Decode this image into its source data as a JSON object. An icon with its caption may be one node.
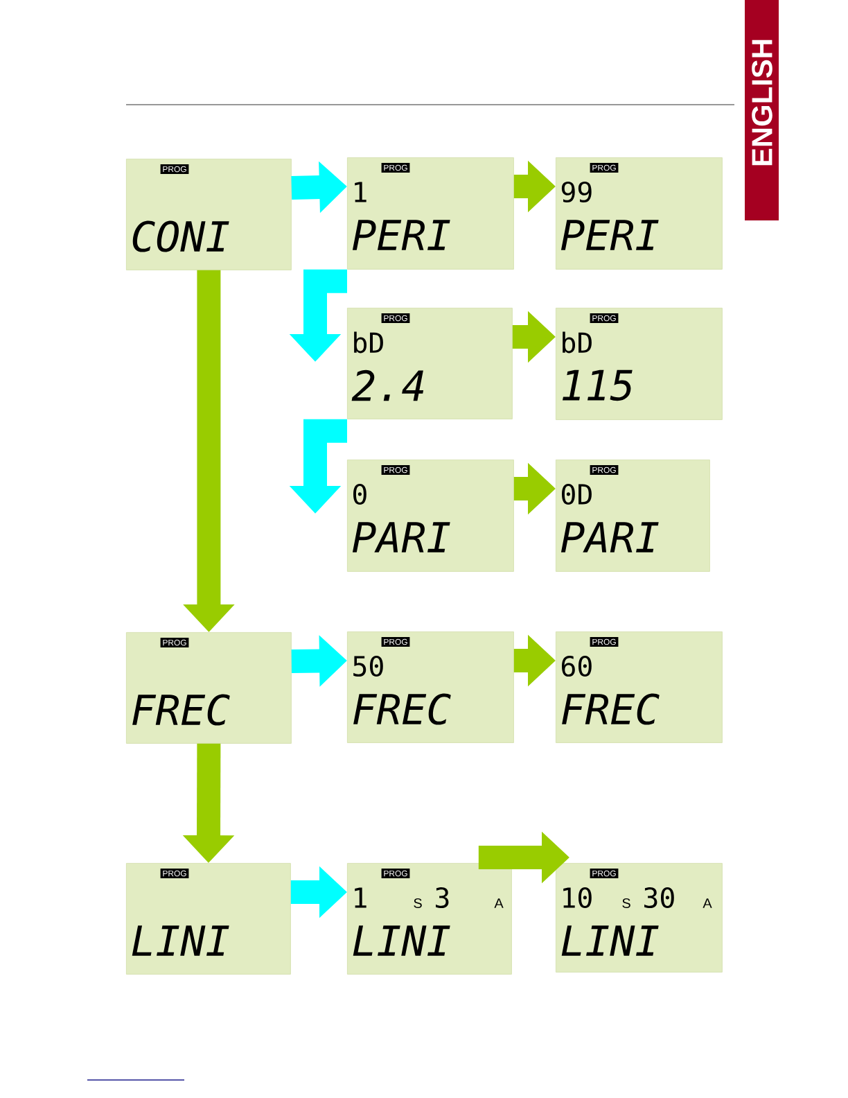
{
  "diagram": {
    "nodes": [
      {
        "text": [
          "PROG",
          "CONI"
        ]
      },
      {
        "text": [
          "PROG",
          "1",
          "PERI"
        ]
      },
      {
        "text": [
          "PROG",
          "99",
          "PERI"
        ]
      },
      {
        "text": [
          "PROG",
          "bD",
          "2.4"
        ]
      },
      {
        "text": [
          "PROG",
          "bD",
          "115"
        ]
      },
      {
        "text": [
          "PROG",
          "0",
          "PARI"
        ]
      },
      {
        "text": [
          "PROG",
          "0D",
          "PARI"
        ]
      },
      {
        "text": [
          "PROG",
          "FREC"
        ]
      },
      {
        "text": [
          "PROG",
          "50",
          "FREC"
        ]
      },
      {
        "text": [
          "PROG",
          "60",
          "FREC"
        ]
      },
      {
        "text": [
          "PROG",
          "LINI"
        ]
      },
      {
        "text": [
          "PROG",
          "1",
          "S",
          "3",
          "A",
          "LINI"
        ]
      },
      {
        "text": [
          "PROG",
          "10",
          "S",
          "30",
          "A",
          "LINI"
        ]
      }
    ],
    "edges": [
      {
        "from": 0,
        "to": 1,
        "arrow": "to",
        "color": "#00ffff"
      },
      {
        "from": 1,
        "to": 2,
        "arrow": "to"
      },
      {
        "from": 1,
        "to": 3,
        "arrow": "to",
        "color": "#00ffff"
      },
      {
        "from": 3,
        "to": 4,
        "arrow": "to"
      },
      {
        "from": 3,
        "to": 5,
        "arrow": "to",
        "color": "#00ffff"
      },
      {
        "from": 5,
        "to": 6,
        "arrow": "to"
      },
      {
        "from": 0,
        "to": 7,
        "arrow": "to"
      },
      {
        "from": 7,
        "to": 8,
        "arrow": "to",
        "color": "#00ffff"
      },
      {
        "from": 8,
        "to": 9,
        "arrow": "to"
      },
      {
        "from": 7,
        "to": 10,
        "arrow": "to"
      },
      {
        "from": 10,
        "to": 11,
        "arrow": "to",
        "color": "#00ffff"
      },
      {
        "from": 11,
        "to": 12,
        "arrow": "to"
      }
    ],
    "labels": [
      "ENGLISH"
    ]
  }
}
